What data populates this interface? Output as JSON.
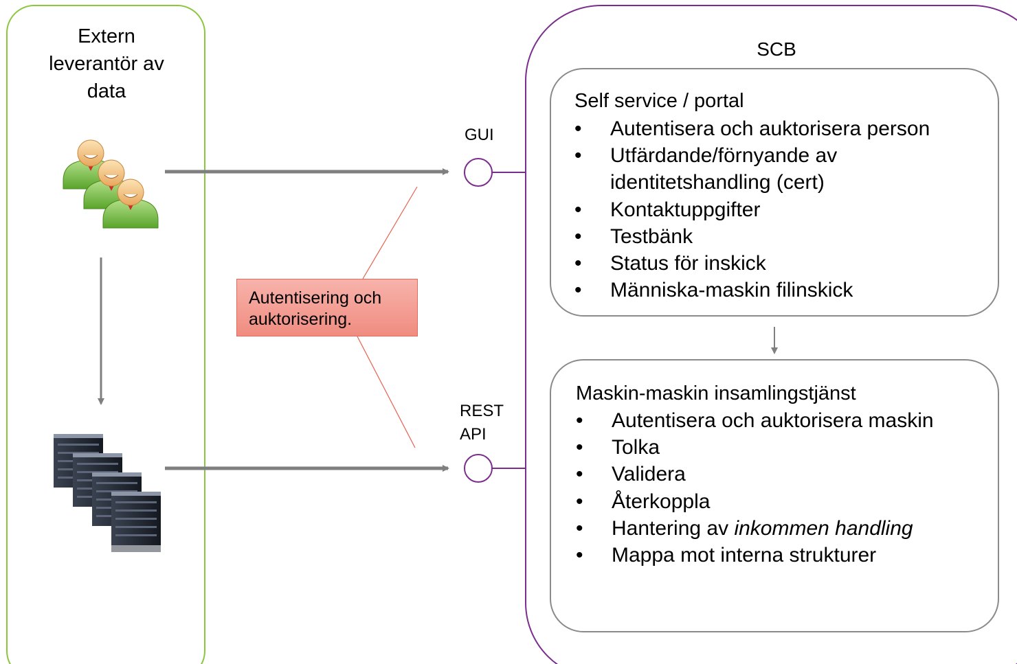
{
  "left_panel": {
    "title": "Extern leverantör av data",
    "icons": [
      "users-group-icon",
      "server-stack-icon"
    ]
  },
  "right_panel": {
    "title": "SCB",
    "self_service": {
      "title": "Self service / portal",
      "items": [
        "Autentisera och auktorisera person",
        "Utfärdande/förnyande av",
        "identitetshandling (cert)",
        "Kontaktuppgifter",
        "Testbänk",
        "Status för inskick",
        "Människa-maskin filinskick"
      ]
    },
    "machine_service": {
      "title": "Maskin-maskin insamlingstjänst",
      "items": [
        "Autentisera och auktorisera maskin",
        "Tolka",
        "Validera",
        "Återkoppla",
        "Hantering av ",
        "inkommen handling",
        "Mappa mot interna strukturer"
      ]
    }
  },
  "interfaces": {
    "gui": "GUI",
    "rest_api": "REST API"
  },
  "auth_callout": "Autentisering och auktorisering.",
  "colors": {
    "left_border": "#8cc63f",
    "right_border": "#7b2d8e",
    "inner_border": "#8a8a8a",
    "arrow": "#7f7f7f",
    "callout_fill": "#f4a49a",
    "callout_line": "#e8604f"
  }
}
